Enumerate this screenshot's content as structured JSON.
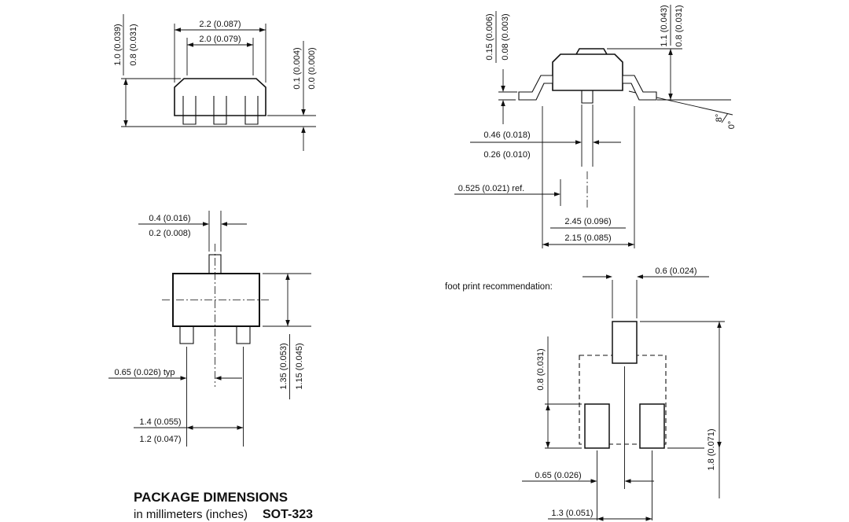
{
  "title": {
    "heading": "PACKAGE DIMENSIONS",
    "subheading": "in millimeters (inches)",
    "package_name": "SOT-323"
  },
  "front_view": {
    "width_max": "2.2 (0.087)",
    "width_min": "2.0 (0.079)",
    "height_max": "1.0 (0.039)",
    "height_min": "0.8 (0.031)",
    "standoff_max": "0.1 (0.004)",
    "standoff_min": "0.0 (0.000)"
  },
  "side_view": {
    "lead_thickness_max": "0.15 (0.006)",
    "lead_thickness_min": "0.08 (0.003)",
    "body_height_max": "1.1 (0.043)",
    "body_height_min": "0.8 (0.031)",
    "lead_width_max": "0.46 (0.018)",
    "lead_width_min": "0.26 (0.010)",
    "reference": "0.525 (0.021) ref.",
    "span_max": "2.45 (0.096)",
    "span_min": "2.15 (0.085)",
    "angle_max": "8°",
    "angle_min": "0°"
  },
  "top_view": {
    "lead_width_max": "0.4 (0.016)",
    "lead_width_min": "0.2 (0.008)",
    "pitch": "0.65 (0.026) typ",
    "span_max": "1.4 (0.055)",
    "span_min": "1.2 (0.047)",
    "body_depth_max": "1.35 (0.053)",
    "body_depth_min": "1.15 (0.045)"
  },
  "footprint": {
    "label": "foot print recommendation:",
    "pad_width": "0.6 (0.024)",
    "pad_height": "0.8 (0.031)",
    "pad_pitch": "0.65 (0.026)",
    "pad_span": "1.3 (0.051)",
    "overall_height": "1.8 (0.071)"
  }
}
